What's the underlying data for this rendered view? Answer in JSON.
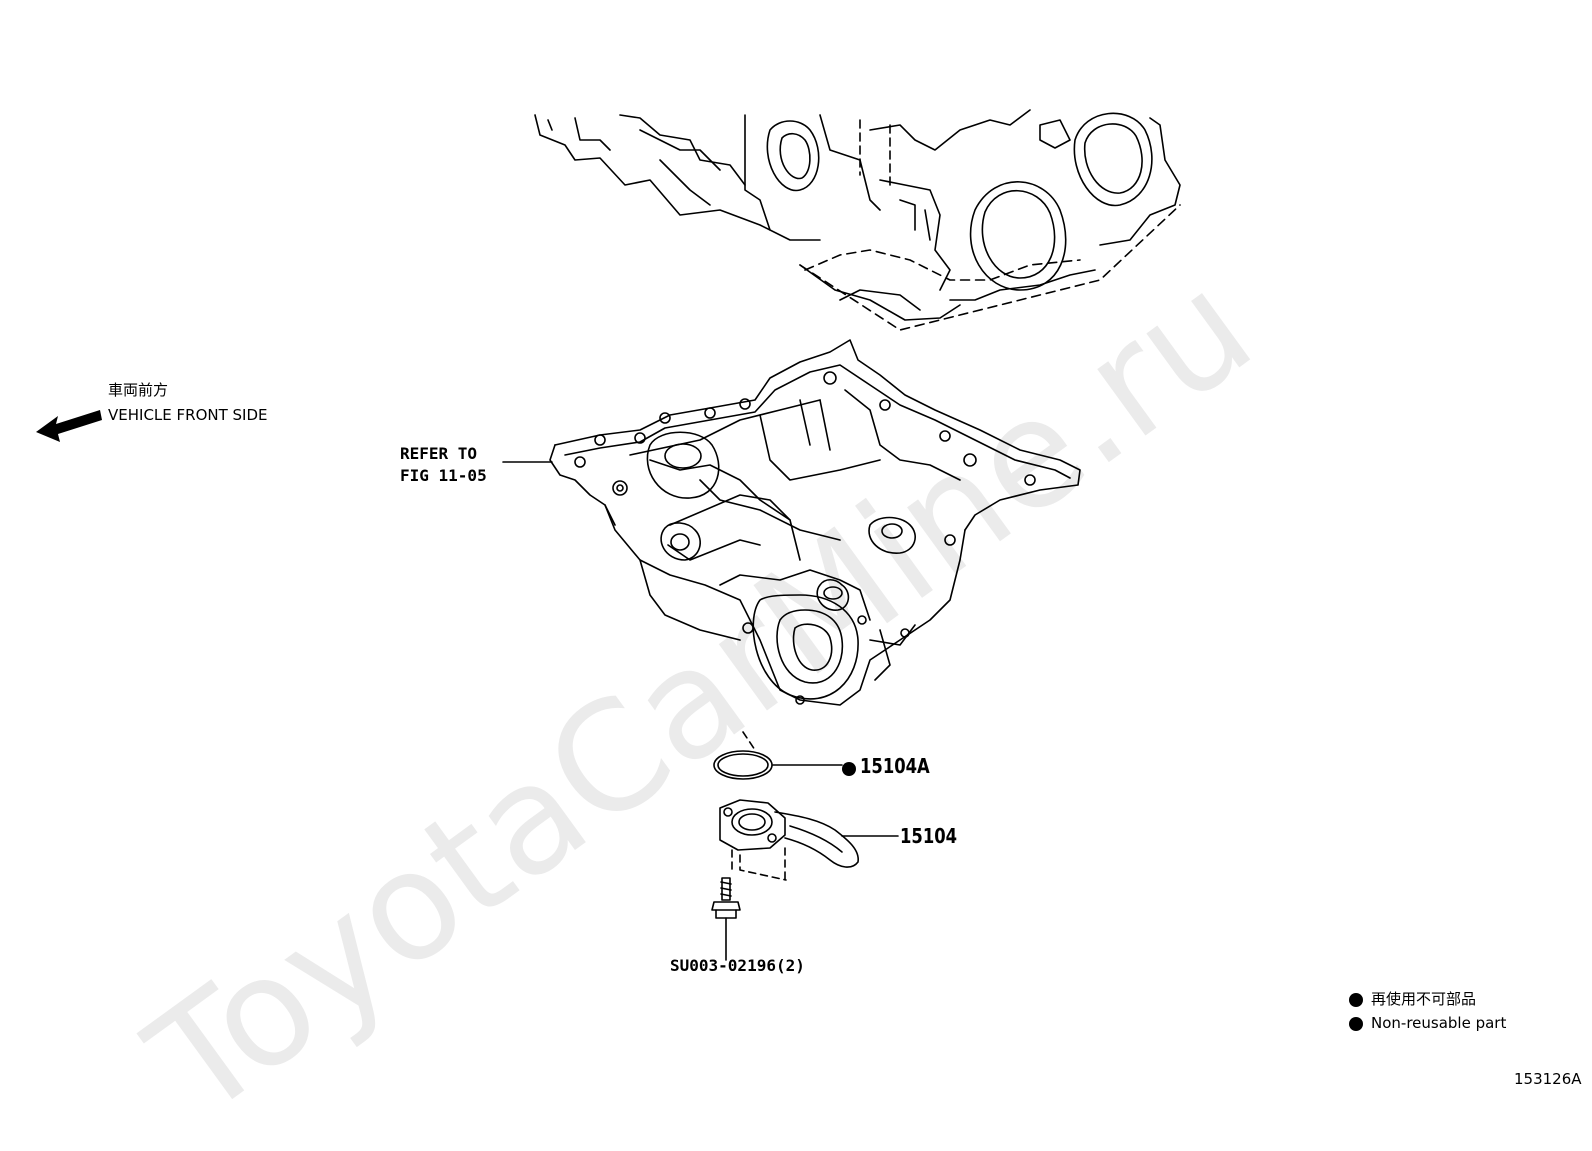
{
  "diagram": {
    "watermark": "ToyotaCarMine.ru",
    "direction": {
      "label_jp": "車両前方",
      "label_en": "VEHICLE FRONT SIDE",
      "arrow_icon": "arrow-left-icon"
    },
    "refer": {
      "line1": "REFER TO",
      "line2": "FIG 11-05"
    },
    "parts": [
      {
        "part_no": "15104A",
        "non_reusable": true
      },
      {
        "part_no": "15104",
        "non_reusable": false
      },
      {
        "part_no": "SU003-02196(2)",
        "non_reusable": false
      }
    ],
    "legend": {
      "line_jp": "再使用不可部品",
      "line_en": "Non-reusable part"
    },
    "figure_id": "153126A",
    "colors": {
      "ink": "#000000",
      "watermark": "#ebebeb",
      "background": "#ffffff"
    }
  }
}
